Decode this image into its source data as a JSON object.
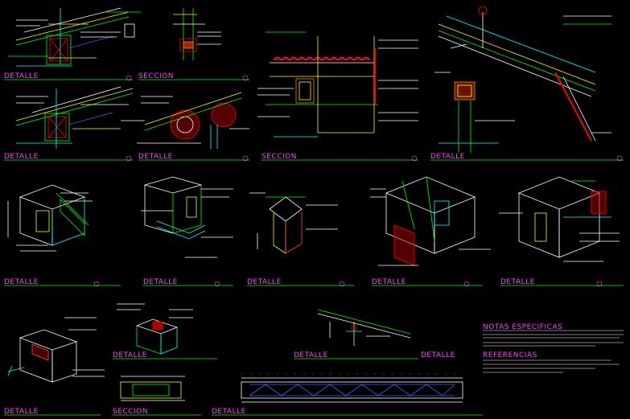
{
  "sheet": {
    "background": "#000000",
    "accent_magenta": "#ff44ff",
    "line_yellow": "#ffff00",
    "line_green": "#00ff00",
    "line_cyan": "#00ffff",
    "line_red": "#ff0000",
    "line_blue": "#3366ff",
    "line_white": "#ffffff"
  },
  "titles": {
    "t1": "DETALLE",
    "t2": "SECCION",
    "t3": "DETALLE",
    "t4": "DETALLE",
    "t5": "SECCION",
    "t6": "DETALLE",
    "t7": "DETALLE",
    "t8": "DETALLE",
    "t9": "DETALLE",
    "t10": "DETALLE",
    "t11": "DETALLE",
    "t12": "DETALLE",
    "t13": "DETALLE",
    "t14": "DETALLE",
    "t15": "DETALLE",
    "t16": "SECCION",
    "t17": "DETALLE"
  },
  "notes": {
    "title": "NOTAS  ESPECIFICAS",
    "refs_title": "REFERENCIAS"
  }
}
